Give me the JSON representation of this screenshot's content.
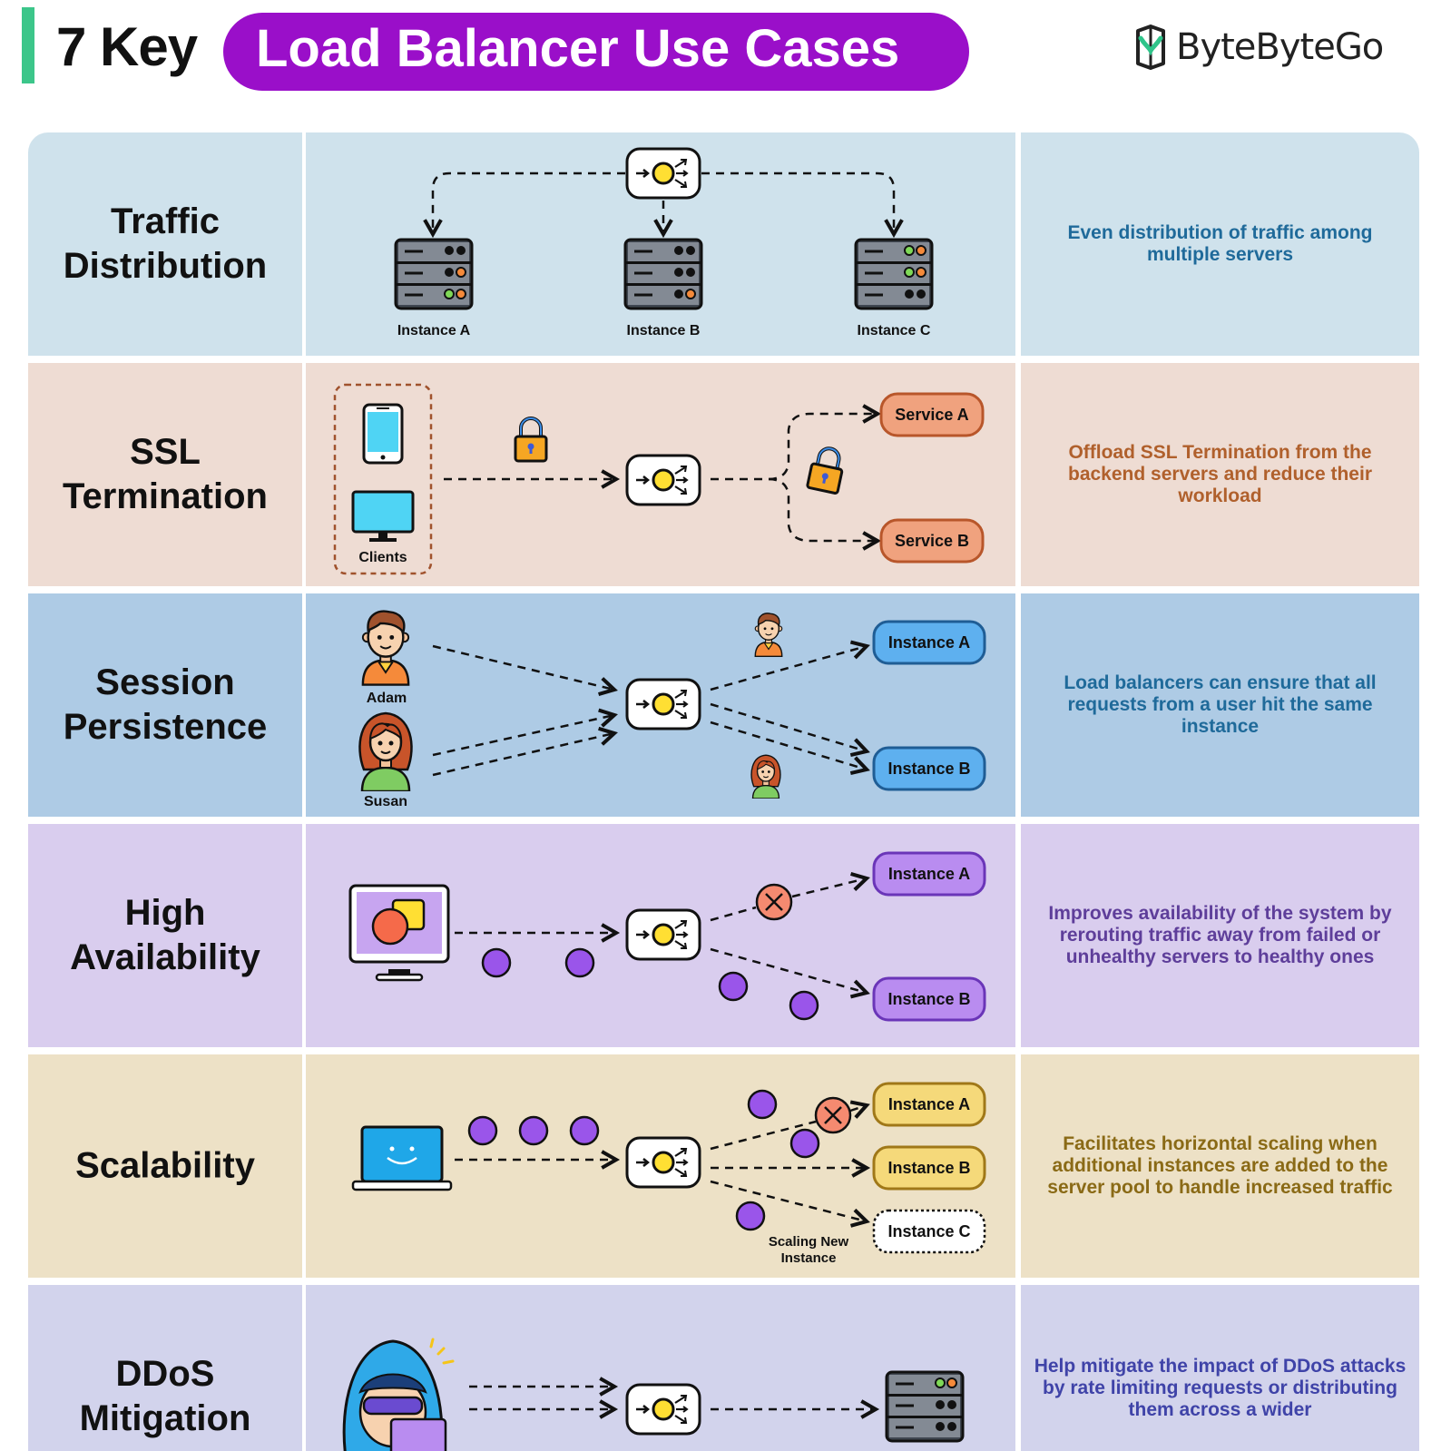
{
  "header": {
    "title_prefix": "7 Key",
    "title_main": "Load Balancer Use Cases",
    "brand": "ByteByteGo"
  },
  "colors": {
    "accent": "#3cc68a",
    "title_pill": "#9a0fc9",
    "traffic_bg": "#cfe2ec",
    "ssl_bg": "#eedcd3",
    "session_bg": "#aecbe5",
    "ha_bg": "#d9cdee",
    "scal_bg": "#ede1c6",
    "ddos_bg": "#d2d3ec"
  },
  "rows": [
    {
      "title_line1": "Traffic",
      "title_line2": "Distribution",
      "description": "Even distribution of traffic among multiple servers",
      "labels": {
        "inst_a": "Instance A",
        "inst_b": "Instance B",
        "inst_c": "Instance C"
      }
    },
    {
      "title_line1": "SSL",
      "title_line2": "Termination",
      "description": "Offload SSL Termination from the backend servers and reduce their workload",
      "labels": {
        "clients": "Clients",
        "svc_a": "Service A",
        "svc_b": "Service B"
      }
    },
    {
      "title_line1": "Session",
      "title_line2": "Persistence",
      "description": "Load balancers can ensure that all requests from a user hit the same instance",
      "labels": {
        "adam": "Adam",
        "susan": "Susan",
        "inst_a": "Instance A",
        "inst_b": "Instance B"
      }
    },
    {
      "title_line1": "High",
      "title_line2": "Availability",
      "description": "Improves availability of the system by rerouting traffic away from failed or unhealthy servers to healthy ones",
      "labels": {
        "inst_a": "Instance A",
        "inst_b": "Instance B"
      }
    },
    {
      "title_line1": "Scalability",
      "title_line2": "",
      "description": "Facilitates horizontal scaling when additional instances are added to the server pool to handle increased traffic",
      "labels": {
        "inst_a": "Instance A",
        "inst_b": "Instance B",
        "inst_c": "Instance C",
        "scaling_1": "Scaling New",
        "scaling_2": "Instance"
      }
    },
    {
      "title_line1": "DDoS",
      "title_line2": "Mitigation",
      "description": "Help mitigate the impact of DDoS attacks by rate limiting requests or distributing them across a wider",
      "labels": {}
    }
  ]
}
